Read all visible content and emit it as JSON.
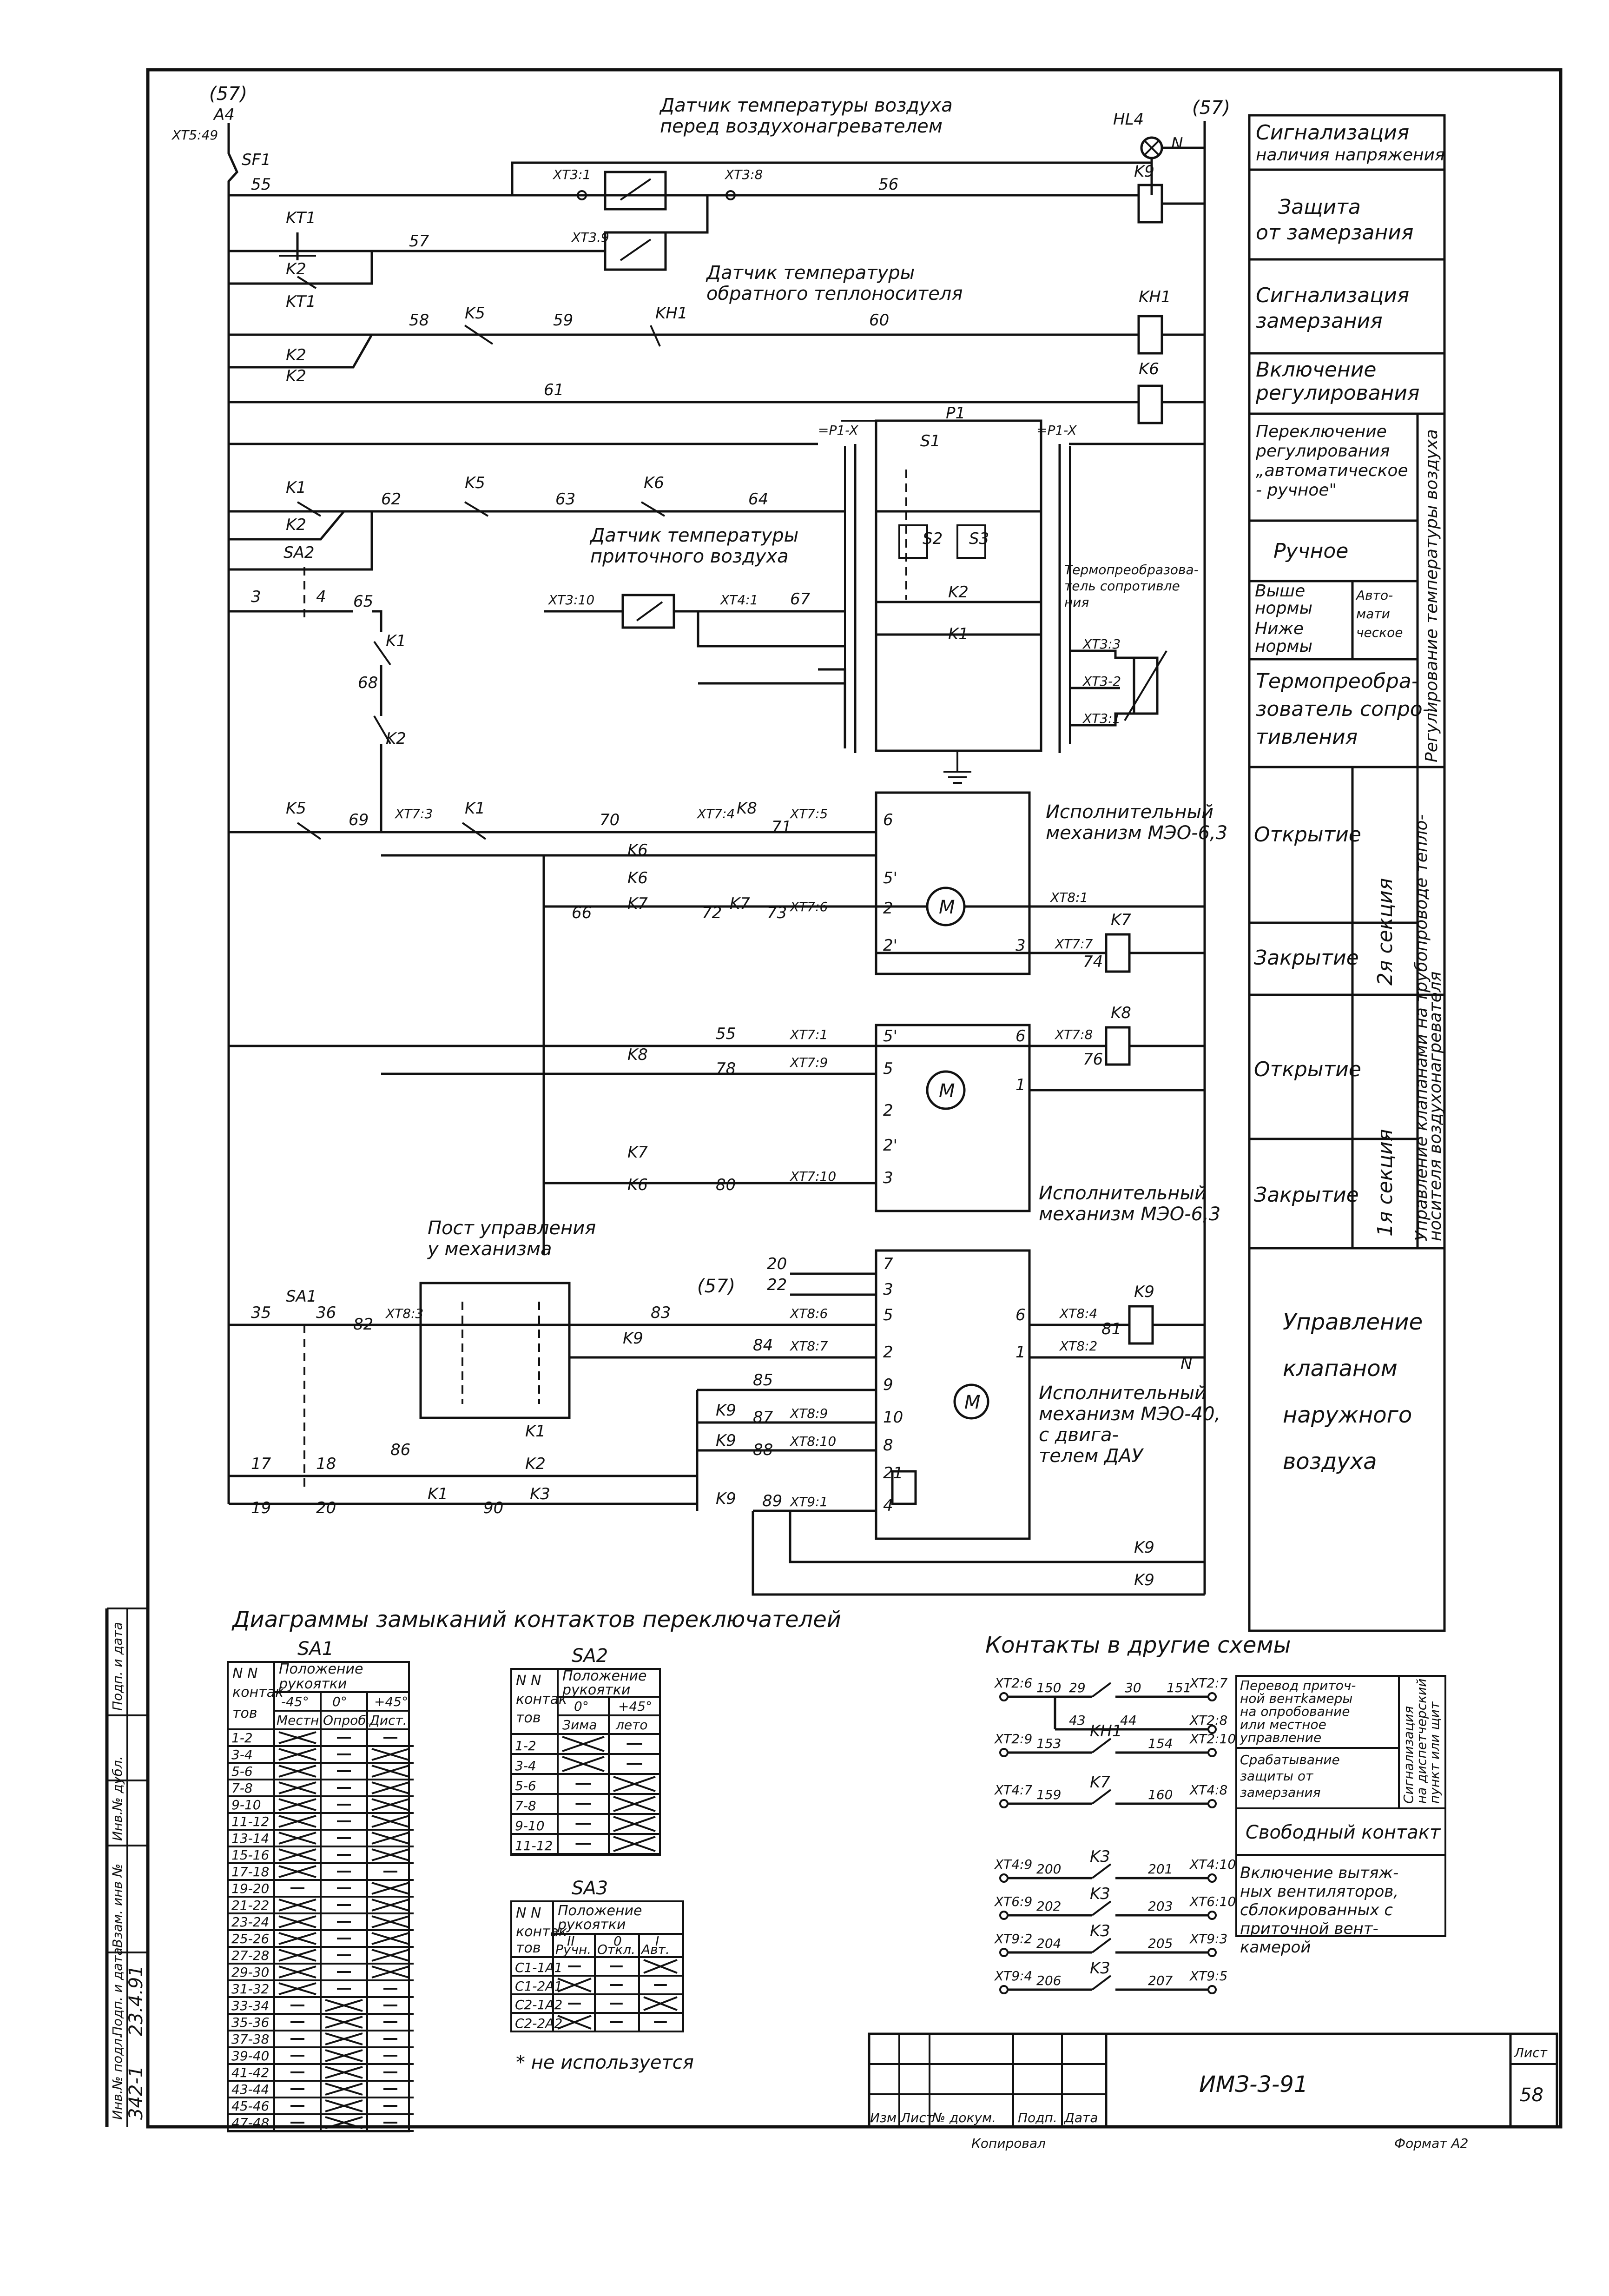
{
  "diagram": {
    "top_refs": {
      "left_ref": "(57)",
      "feed": "A4",
      "terminal": "XT5:49",
      "breaker": "SF1",
      "right_ref": "(57)",
      "lamp": "HL4",
      "neutral": "N"
    },
    "sensors": {
      "air_before_heater": [
        "Датчик температуры воздуха",
        "перед воздухонагревателем"
      ],
      "return_coolant": [
        "Датчик температуры",
        "обратного теплоносителя"
      ],
      "supply_air": [
        "Датчик температуры",
        "приточного воздуха"
      ]
    },
    "resistance_transducer_note": [
      "Термопреобразова-",
      "тель сопротивле",
      "ния"
    ],
    "actuators": {
      "a1": [
        "Исполнительный",
        "механизм МЭО-6,3"
      ],
      "a2": [
        "Исполнительный",
        "механизм МЭО-6,3"
      ],
      "a3": [
        "Исполнительный",
        "механизм МЭО-40,",
        "с двига-",
        "телем ДАУ"
      ]
    },
    "control_post": [
      "Пост управления",
      "у механизма"
    ],
    "other_schemes_ref": "(57)",
    "wire_numbers": [
      "55",
      "56",
      "57",
      "58",
      "59",
      "60",
      "61",
      "62",
      "63",
      "64",
      "65",
      "67",
      "68",
      "69",
      "70",
      "71",
      "72",
      "73",
      "74",
      "76",
      "78",
      "80",
      "81",
      "82",
      "83",
      "84",
      "85",
      "86",
      "87",
      "88",
      "89",
      "90",
      "66",
      "36",
      "35"
    ],
    "terminals": [
      "XT3:1",
      "XT3:8",
      "XT3.9",
      "XT3:10",
      "XT4:1",
      "XT3:3",
      "XT3-2",
      "XT3:1",
      "XT7:3",
      "XT7:4",
      "XT7:5",
      "XT7:6",
      "XT7:7",
      "XT7:1",
      "XT7:9",
      "XT7:8",
      "XT7:10",
      "XT8:1",
      "XT8:3",
      "XT8:6",
      "XT8:7",
      "XT8:9",
      "XT8:10",
      "XT9:1",
      "XT8:4",
      "XT8:2"
    ],
    "devices": [
      "KT1",
      "K2",
      "K5",
      "KH1",
      "K6",
      "K1",
      "SA2",
      "P1",
      "S1",
      "S2",
      "S3",
      "K8",
      "K7",
      "K9",
      "SA1",
      "K3",
      "M"
    ]
  },
  "side_panel": {
    "items": [
      {
        "text": [
          "Сигнализация",
          "наличия напряжения"
        ]
      },
      {
        "text": [
          "Защита",
          "от замерзания"
        ]
      },
      {
        "text": [
          "Сигнализация",
          "замерзания"
        ]
      },
      {
        "text": [
          "Включение",
          "регулирования"
        ]
      },
      {
        "text": [
          "Переключение",
          "регулирования",
          "„автоматическое",
          "- ручное\""
        ]
      },
      {
        "text": [
          "Ручное"
        ]
      },
      {
        "text": [
          "Выше",
          "нормы",
          "Ниже",
          "нормы"
        ]
      },
      {
        "text": [
          "Авто-",
          "мати",
          "ческое"
        ]
      },
      {
        "text": [
          "Термопреобра-",
          "зователь сопро-",
          "тивления"
        ]
      },
      {
        "text": [
          "Открытие"
        ]
      },
      {
        "text": [
          "Закрытие"
        ]
      },
      {
        "text": [
          "Открытие"
        ]
      },
      {
        "text": [
          "Закрытие"
        ]
      },
      {
        "text": [
          "Управление",
          "клапаном",
          "наружного",
          "воздуха"
        ]
      }
    ],
    "vertical": {
      "temp_regulation": "Регулирование температуры воздуха",
      "section2": "2я секция",
      "section1": "1я секция",
      "valves": [
        "Управление клапанами на трубопроводе тепло-",
        "носителя воздухонагревателя"
      ]
    }
  },
  "contact_diagrams": {
    "title": "Диаграммы замыканий контактов переключателей",
    "sa1": {
      "name": "SA1",
      "head_nn": [
        "N N",
        "контак",
        "тов"
      ],
      "head_pos": [
        "Положение",
        "рукоятки"
      ],
      "angles": [
        "-45°",
        "0°",
        "+45°"
      ],
      "modes": [
        "Местн.",
        "Опроб.",
        "Дист."
      ],
      "rows": [
        [
          "1-2",
          "X",
          "-",
          "-"
        ],
        [
          "3-4",
          "X",
          "-",
          "X"
        ],
        [
          "5-6",
          "X",
          "-",
          "X"
        ],
        [
          "7-8",
          "X",
          "-",
          "X"
        ],
        [
          "9-10",
          "X",
          "-",
          "X"
        ],
        [
          "11-12",
          "X",
          "-",
          "X"
        ],
        [
          "13-14",
          "X",
          "-",
          "X"
        ],
        [
          "15-16",
          "X",
          "-",
          "X"
        ],
        [
          "17-18",
          "X",
          "-",
          "-"
        ],
        [
          "19-20",
          "-",
          "-",
          "X"
        ],
        [
          "21-22",
          "X",
          "-",
          "X"
        ],
        [
          "23-24",
          "X",
          "-",
          "X"
        ],
        [
          "25-26",
          "X",
          "-",
          "X"
        ],
        [
          "27-28",
          "X",
          "-",
          "X"
        ],
        [
          "29-30",
          "X",
          "-",
          "X"
        ],
        [
          "31-32",
          "X",
          "-",
          "-"
        ],
        [
          "33-34",
          "-",
          "X",
          "-"
        ],
        [
          "35-36",
          "-",
          "X",
          "-"
        ],
        [
          "37-38",
          "-",
          "X",
          "-"
        ],
        [
          "39-40",
          "-",
          "X",
          "-"
        ],
        [
          "41-42",
          "-",
          "X",
          "-"
        ],
        [
          "43-44",
          "-",
          "X",
          "-"
        ],
        [
          "45-46",
          "-",
          "X",
          "-"
        ],
        [
          "47-48",
          "-",
          "X",
          "-"
        ]
      ]
    },
    "sa2": {
      "name": "SA2",
      "angles": [
        "0°",
        "+45°"
      ],
      "modes": [
        "Зима",
        "лето"
      ],
      "rows": [
        [
          "1-2",
          "X",
          "-"
        ],
        [
          "3-4",
          "X",
          "-"
        ],
        [
          "5-6",
          "-",
          "X"
        ],
        [
          "7-8",
          "-",
          "X"
        ],
        [
          "9-10",
          "-",
          "X"
        ],
        [
          "11-12",
          "-",
          "X"
        ]
      ]
    },
    "sa3": {
      "name": "SA3",
      "angles": [
        "II",
        "0",
        "I"
      ],
      "modes": [
        "Ручн.",
        "Откл.",
        "Авт."
      ],
      "rows": [
        [
          "C1-1A1",
          "-",
          "-",
          "X"
        ],
        [
          "C1-2A1",
          "X",
          "-",
          "-"
        ],
        [
          "C2-1A2",
          "-",
          "-",
          "X"
        ],
        [
          "C2-2A2",
          "X",
          "-",
          "-"
        ]
      ]
    },
    "legend": "* не используется"
  },
  "other_schemes": {
    "title": "Контакты в другие схемы",
    "rows": [
      {
        "left": "XT2:6",
        "wires": [
          "150",
          "29",
          "30",
          "151"
        ],
        "right": "XT2:7",
        "alt": [
          "43",
          "44"
        ],
        "right2": "XT2:8"
      },
      {
        "left": "XT2:9",
        "device": "KH1",
        "wires": [
          "153",
          "154"
        ],
        "right": "XT2:10"
      },
      {
        "left": "XT4:7",
        "device": "K7",
        "wires": [
          "159",
          "160"
        ],
        "right": "XT4:8"
      },
      {
        "left": "XT4:9",
        "device": "K3",
        "wires": [
          "200",
          "201"
        ],
        "right": "XT4:10"
      },
      {
        "left": "XT6:9",
        "device": "K3",
        "wires": [
          "202",
          "203"
        ],
        "right": "XT6:10"
      },
      {
        "left": "XT9:2",
        "device": "K3",
        "wires": [
          "204",
          "205"
        ],
        "right": "XT9:3"
      },
      {
        "left": "XT9:4",
        "device": "K3",
        "wires": [
          "206",
          "207"
        ],
        "right": "XT9:5"
      }
    ],
    "notes": [
      [
        "Перевод приточ-",
        "ной вентkамеры",
        "на опробование",
        "или местное",
        "управление"
      ],
      [
        "Срабатывание",
        "защиты от",
        "замерзания"
      ],
      [
        "Сигнализация",
        "на диспетчерский",
        "пункт или щит"
      ],
      [
        "Свободный контакт"
      ],
      [
        "Включение вытяж-",
        "ных вентиляторов,",
        "сблокированных с",
        "приточной вент-",
        "камерой"
      ]
    ]
  },
  "title_block": {
    "doc": "ИМЗ-3-91",
    "sheet_label": "Лист",
    "sheet_no": "58",
    "cols": [
      "Изм",
      "Лист",
      "№ докум.",
      "Подп.",
      "Дата"
    ],
    "copied": "Копировал",
    "format": "Формат А2"
  },
  "left_strip": {
    "labels": [
      "Инв.№ подл.",
      "Подп. и дата",
      "Взам. инв №",
      "Инв.№ дубл.",
      "Подп. и дата"
    ],
    "inv": "342-1",
    "date": "23.4.91"
  }
}
